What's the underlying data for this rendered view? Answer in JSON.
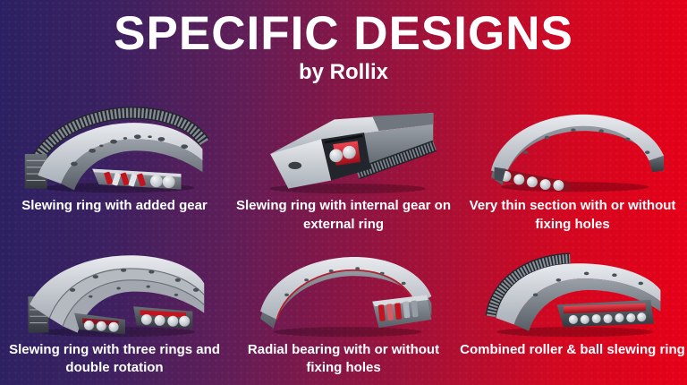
{
  "header": {
    "title": "SPECIFIC DESIGNS",
    "subtitle": "by Rollix"
  },
  "colors": {
    "background_left": "#2b2162",
    "background_right": "#e60018",
    "text": "#ffffff",
    "accent_red": "#c4121f",
    "metal_light": "#dfe2e7",
    "metal_dark": "#41464d"
  },
  "cards": [
    {
      "image": "slewing-ring-with-added-gear",
      "caption": "Slewing ring with added gear"
    },
    {
      "image": "slewing-ring-with-internal-gear-on-external-ring",
      "caption": "Slewing ring with internal gear on external ring"
    },
    {
      "image": "very-thin-section",
      "caption": "Very thin section with or without fixing holes"
    },
    {
      "image": "slewing-ring-with-three-rings",
      "caption": "Slewing ring with three rings and double rotation"
    },
    {
      "image": "radial-bearing",
      "caption": "Radial bearing with or without fixing holes"
    },
    {
      "image": "combined-roller-and-ball-slewing-ring",
      "caption": "Combined roller & ball slewing ring"
    }
  ]
}
